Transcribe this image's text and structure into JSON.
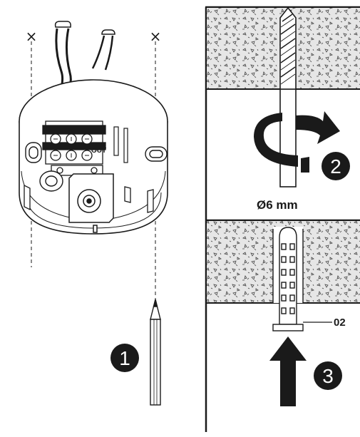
{
  "steps": {
    "step1": "1",
    "step2": "2",
    "step3": "3"
  },
  "drill": {
    "diameter_label": "Ø6 mm"
  },
  "plug": {
    "part_number": "02"
  },
  "terminal": {
    "out_label": "OUT"
  },
  "marks": {
    "cross": "×"
  },
  "colors": {
    "ink": "#1a1a1a",
    "badge": "#1a1a1a",
    "concrete_fill": "#e6e6e6",
    "background": "#ffffff"
  }
}
